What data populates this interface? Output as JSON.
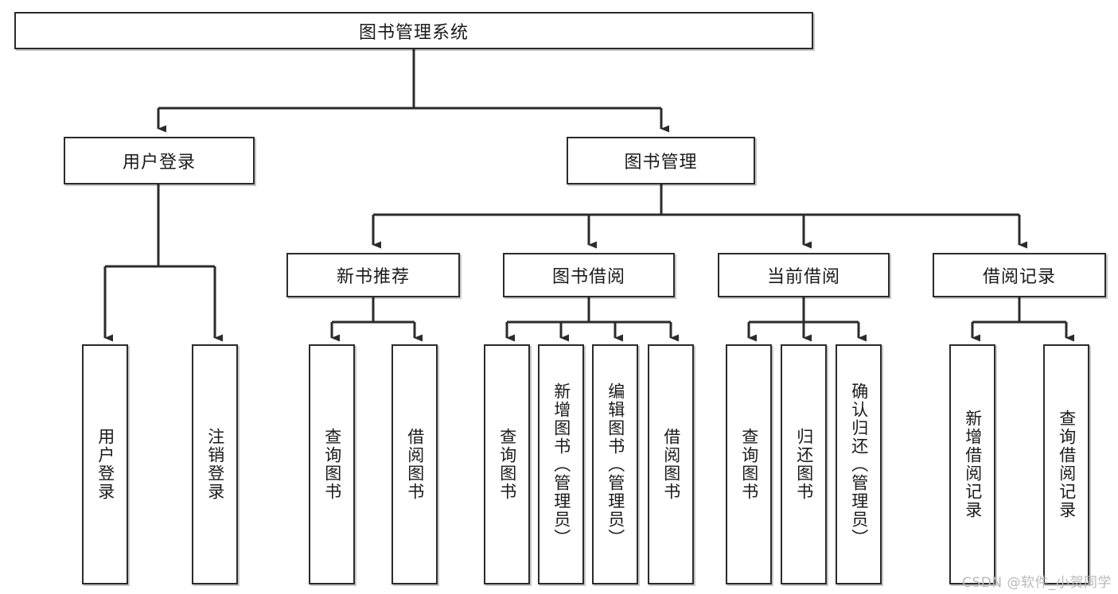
{
  "diagram": {
    "type": "tree-hierarchy",
    "title": "图书管理系统",
    "root": {
      "label": "图书管理系统"
    },
    "level2": [
      {
        "label": "用户登录"
      },
      {
        "label": "图书管理"
      }
    ],
    "level3": [
      {
        "label": "新书推荐"
      },
      {
        "label": "图书借阅"
      },
      {
        "label": "当前借阅"
      },
      {
        "label": "借阅记录"
      }
    ],
    "leaves": {
      "user_login": [
        {
          "label": "用户登录"
        },
        {
          "label": "注销登录"
        }
      ],
      "new_book_recommend": [
        {
          "label": "查询图书"
        },
        {
          "label": "借阅图书"
        }
      ],
      "book_borrow": [
        {
          "label": "查询图书"
        },
        {
          "label": "新增图书（管理员）"
        },
        {
          "label": "编辑图书（管理员）"
        },
        {
          "label": "借阅图书"
        }
      ],
      "current_borrow": [
        {
          "label": "查询图书"
        },
        {
          "label": "归还图书"
        },
        {
          "label": "确认归还（管理员）"
        }
      ],
      "borrow_records": [
        {
          "label": "新增借阅记录"
        },
        {
          "label": "查询借阅记录"
        }
      ]
    }
  },
  "watermark": {
    "text": "CSDN @软件_小贺同学"
  },
  "colors": {
    "box_border": "#2b2b2b",
    "box_fill": "#ffffff",
    "line": "#2b2b2b",
    "text": "#1a1a1a",
    "watermark": "#b9b9b9",
    "background": "#ffffff"
  }
}
